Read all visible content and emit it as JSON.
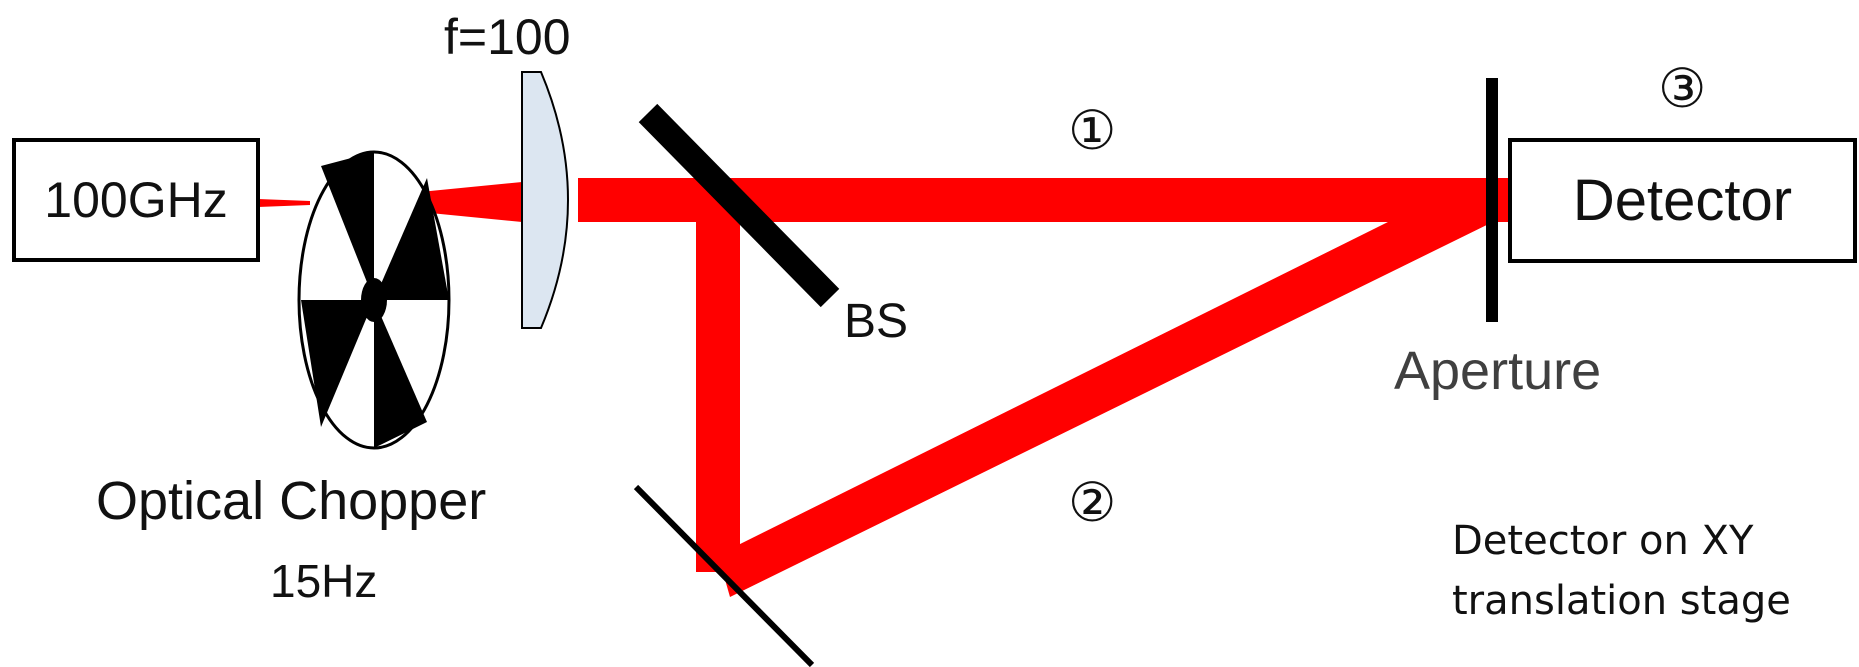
{
  "source": {
    "label": "100GHz"
  },
  "chopper": {
    "label": "Optical Chopper",
    "frequency": "15Hz"
  },
  "lens": {
    "label": "f=100"
  },
  "beamsplitter": {
    "label": "BS"
  },
  "paths": {
    "path1": "①",
    "path2": "②",
    "path3": "③"
  },
  "aperture": {
    "label": "Aperture"
  },
  "detector": {
    "label": "Detector"
  },
  "note": {
    "line1": "Detector on XY",
    "line2": "translation stage"
  },
  "colors": {
    "beam": "#ff0000",
    "lens_fill": "#dce6f1",
    "ink": "#000000"
  }
}
